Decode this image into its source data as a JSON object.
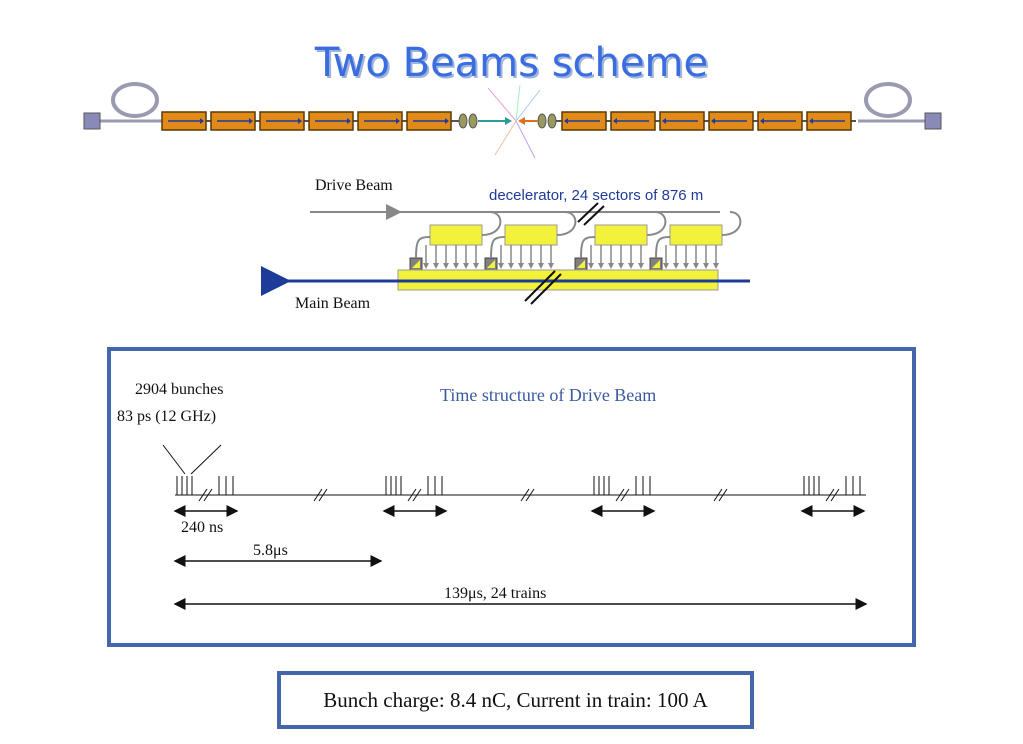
{
  "title": "Two Beams scheme",
  "diagram": {
    "drive_beam_label": "Drive Beam",
    "main_beam_label": "Main Beam",
    "decelerator_label": "decelerator, 24 sectors of 876 m",
    "colors": {
      "drive_beam": "#888888",
      "main_beam": "#1f3b9a",
      "pets": "#f2f23a",
      "accent_title": "#3a6de0"
    }
  },
  "time_structure": {
    "title": "Time structure of Drive Beam",
    "bunches_label": "2904 bunches",
    "spacing_label": "83 ps (12 GHz)",
    "train_length_label": "240 ns",
    "train_spacing_label": "5.8μs",
    "total_label": "139μs, 24 trains"
  },
  "summary": {
    "text": "Bunch charge:  8.4 nC,  Current in train:  100 A"
  }
}
